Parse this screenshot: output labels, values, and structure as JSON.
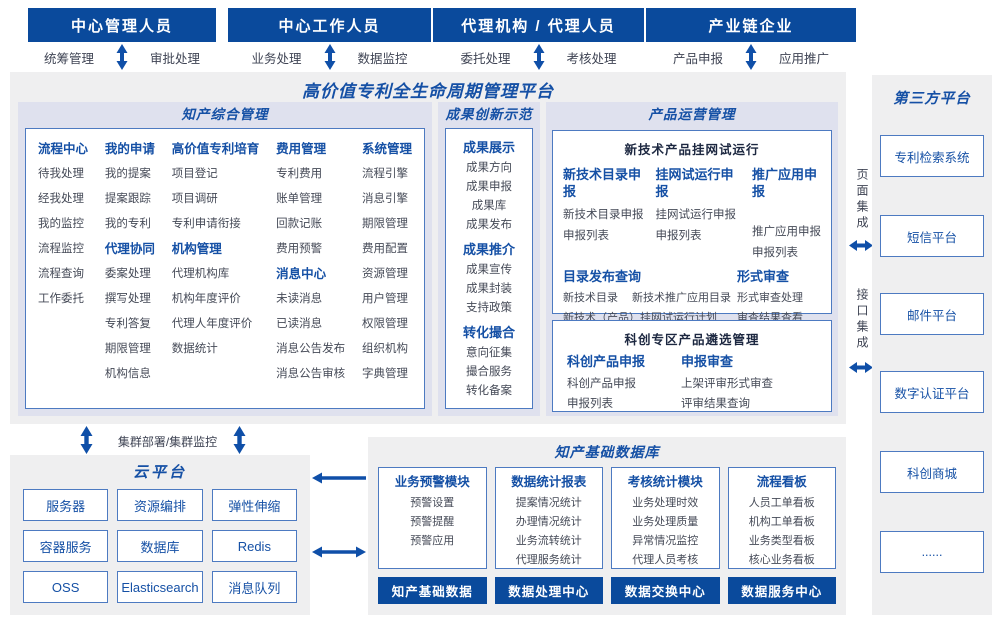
{
  "colors": {
    "brand_blue": "#0a4a9c",
    "accent_text_blue": "#1550a5",
    "panel_lavender": "#dfe1ee",
    "panel_gray": "#efeff0",
    "border_blue": "#4d7ac1",
    "item_text": "#454a57"
  },
  "actors": [
    {
      "title": "中心管理人员",
      "left": "统筹管理",
      "right": "审批处理"
    },
    {
      "title": "中心工作人员",
      "left": "业务处理",
      "right": "数据监控"
    },
    {
      "title": "代理机构 / 代理人员",
      "left": "委托处理",
      "right": "考核处理"
    },
    {
      "title": "产业链企业",
      "left": "产品申报",
      "right": "应用推广"
    }
  ],
  "platform": {
    "title": "高价值专利全生命周期管理平台",
    "ip_management": {
      "title": "知产综合管理",
      "columns": [
        {
          "groups": [
            {
              "header": "流程中心",
              "items": [
                "待我处理",
                "经我处理",
                "我的监控",
                "流程监控",
                "流程查询",
                "工作委托"
              ]
            }
          ]
        },
        {
          "groups": [
            {
              "header": "我的申请",
              "items": [
                "我的提案",
                "提案跟踪",
                "我的专利"
              ]
            },
            {
              "header": "代理协同",
              "items": [
                "委案处理",
                "撰写处理",
                "专利答复",
                "期限管理",
                "机构信息"
              ]
            }
          ]
        },
        {
          "groups": [
            {
              "header": "高价值专利培育",
              "items": [
                "项目登记",
                "项目调研",
                "专利申请衔接"
              ]
            },
            {
              "header": "机构管理",
              "items": [
                "代理机构库",
                "机构年度评价",
                "代理人年度评价",
                "数据统计"
              ]
            }
          ]
        },
        {
          "groups": [
            {
              "header": "费用管理",
              "items": [
                "专利费用",
                "账单管理",
                "回款记账",
                "费用预警"
              ]
            },
            {
              "header": "消息中心",
              "items": [
                "未读消息",
                "已读消息",
                "消息公告发布",
                "消息公告审核"
              ]
            }
          ]
        },
        {
          "groups": [
            {
              "header": "系统管理",
              "items": [
                "流程引擎",
                "消息引擎",
                "期限管理",
                "费用配置",
                "资源管理",
                "用户管理",
                "权限管理",
                "组织机构",
                "字典管理"
              ]
            }
          ]
        }
      ]
    },
    "achievement": {
      "title": "成果创新示范",
      "groups": [
        {
          "header": "成果展示",
          "items": [
            "成果方向",
            "成果申报",
            "成果库",
            "成果发布"
          ]
        },
        {
          "header": "成果推介",
          "items": [
            "成果宣传",
            "成果封装",
            "支持政策"
          ]
        },
        {
          "header": "转化撮合",
          "items": [
            "意向征集",
            "撮合服务",
            "转化备案"
          ]
        }
      ]
    },
    "product_ops": {
      "title": "产品运营管理",
      "trial_box": {
        "title": "新技术产品挂网试运行",
        "columns": [
          {
            "header": "新技术目录申报",
            "items": [
              "新技术目录申报",
              "申报列表"
            ]
          },
          {
            "header": "挂网试运行申报",
            "items": [
              "挂网试运行申报",
              "申报列表"
            ]
          },
          {
            "header": "推广应用申报",
            "items": [
              "推广应用申报",
              "申报列表"
            ]
          }
        ],
        "catalog_query": {
          "header": "目录发布查询",
          "row_items": [
            "新技术目录",
            "新技术推广应用目录"
          ],
          "row2": "新技术（产品）挂网试运行计划"
        },
        "formal_review": {
          "header": "形式审查",
          "items": [
            "形式审查处理",
            "审查结果查看"
          ]
        }
      },
      "selection_box": {
        "title": "科创专区产品遴选管理",
        "columns": [
          {
            "header": "科创产品申报",
            "items": [
              "科创产品申报",
              "申报列表"
            ]
          },
          {
            "header": "申报审查",
            "items": [
              "上架评审形式审查",
              "评审结果查询"
            ]
          }
        ]
      }
    }
  },
  "cluster_label": "集群部署/集群监控",
  "cloud": {
    "title": "云平台",
    "cells": [
      "服务器",
      "资源编排",
      "弹性伸缩",
      "容器服务",
      "数据库",
      "Redis",
      "OSS",
      "Elasticsearch",
      "消息队列"
    ]
  },
  "ip_database": {
    "title": "知产基础数据库",
    "modules": [
      {
        "header": "业务预警模块",
        "items": [
          "预警设置",
          "预警提醒",
          "预警应用"
        ]
      },
      {
        "header": "数据统计报表",
        "items": [
          "提案情况统计",
          "办理情况统计",
          "业务流转统计",
          "代理服务统计"
        ]
      },
      {
        "header": "考核统计模块",
        "items": [
          "业务处理时效",
          "业务处理质量",
          "异常情况监控",
          "代理人员考核"
        ]
      },
      {
        "header": "流程看板",
        "items": [
          "人员工单看板",
          "机构工单看板",
          "业务类型看板",
          "核心业务看板"
        ]
      }
    ],
    "centers": [
      "知产基础数据",
      "数据处理中心",
      "数据交换中心",
      "数据服务中心"
    ]
  },
  "integration": {
    "page": "页面集成",
    "api": "接口集成"
  },
  "third_party": {
    "title": "第三方平台",
    "items": [
      "专利检索系统",
      "短信平台",
      "邮件平台",
      "数字认证平台",
      "科创商城",
      "......"
    ]
  }
}
